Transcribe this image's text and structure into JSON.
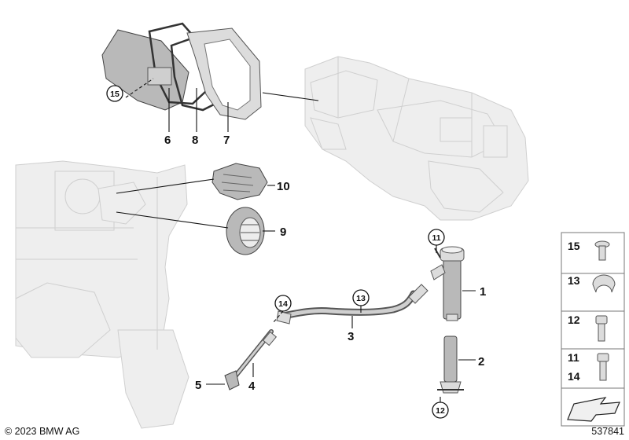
{
  "callouts": {
    "n1": "1",
    "n2": "2",
    "n3": "3",
    "n4": "4",
    "n5": "5",
    "n6": "6",
    "n7": "7",
    "n8": "8",
    "n9": "9",
    "n10": "10",
    "c11": "11",
    "c12": "12",
    "c13": "13",
    "c14": "14",
    "c15": "15"
  },
  "legend": {
    "k15": "15",
    "k13": "13",
    "k12": "12",
    "k11": "11",
    "k14": "14"
  },
  "footer": {
    "copyright": "© 2023 BMW AG",
    "diagram_number": "537841"
  }
}
